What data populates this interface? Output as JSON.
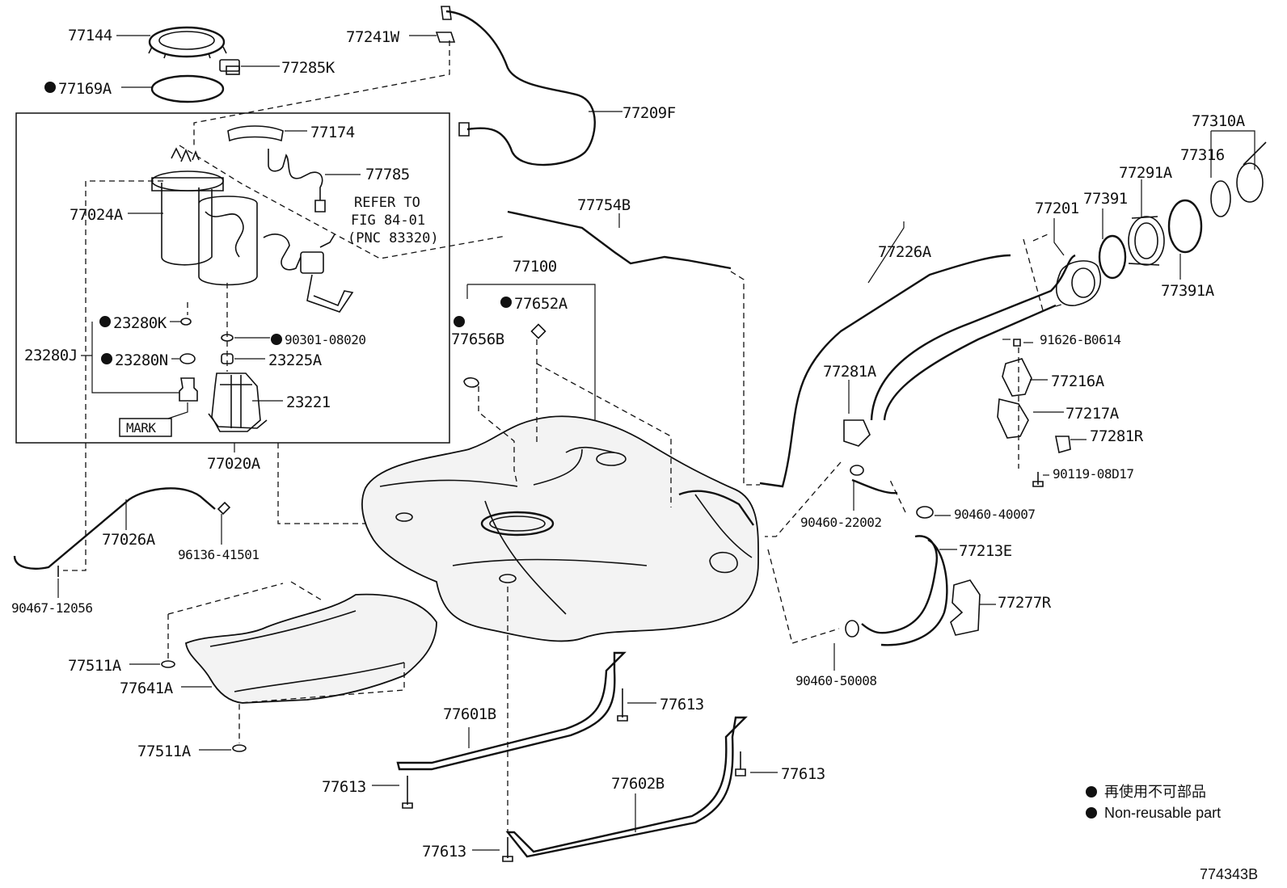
{
  "parts": {
    "p77144": "77144",
    "p77285K": "77285K",
    "p77169A": "77169A",
    "p77241W": "77241W",
    "p77209F": "77209F",
    "p77174": "77174",
    "p77785": "77785",
    "p77024A": "77024A",
    "p23280K": "23280K",
    "p23280J": "23280J",
    "p23280N": "23280N",
    "p90301_08020": "90301-08020",
    "p23225A": "23225A",
    "p23221": "23221",
    "p77020A": "77020A",
    "p77026A": "77026A",
    "p96136_41501": "96136-41501",
    "p90467_12056": "90467-12056",
    "p77754B": "77754B",
    "p77100": "77100",
    "p77652A": "77652A",
    "p77656B": "77656B",
    "p77511A_top": "77511A",
    "p77641A": "77641A",
    "p77511A_bottom": "77511A",
    "p77601B": "77601B",
    "p77613_a": "77613",
    "p77613_b": "77613",
    "p77613_c": "77613",
    "p77613_d": "77613",
    "p77602B": "77602B",
    "p77310A": "77310A",
    "p77316": "77316",
    "p77291A": "77291A",
    "p77201": "77201",
    "p77391": "77391",
    "p77391A": "77391A",
    "p77226A": "77226A",
    "p91626_B0614": "91626-B0614",
    "p77281A": "77281A",
    "p77216A": "77216A",
    "p77217A": "77217A",
    "p77281R": "77281R",
    "p90119_08D17": "90119-08D17",
    "p90460_22002": "90460-22002",
    "p90460_40007": "90460-40007",
    "p77213E": "77213E",
    "p77277R": "77277R",
    "p90460_50008": "90460-50008"
  },
  "reference": {
    "line1": "REFER TO",
    "line2": "FIG 84-01",
    "line3": "(PNC 83320)"
  },
  "mark_label": "MARK",
  "legend": {
    "line1": "再使用不可部品",
    "line2": "Non-reusable part"
  },
  "figure_id": "774343B"
}
